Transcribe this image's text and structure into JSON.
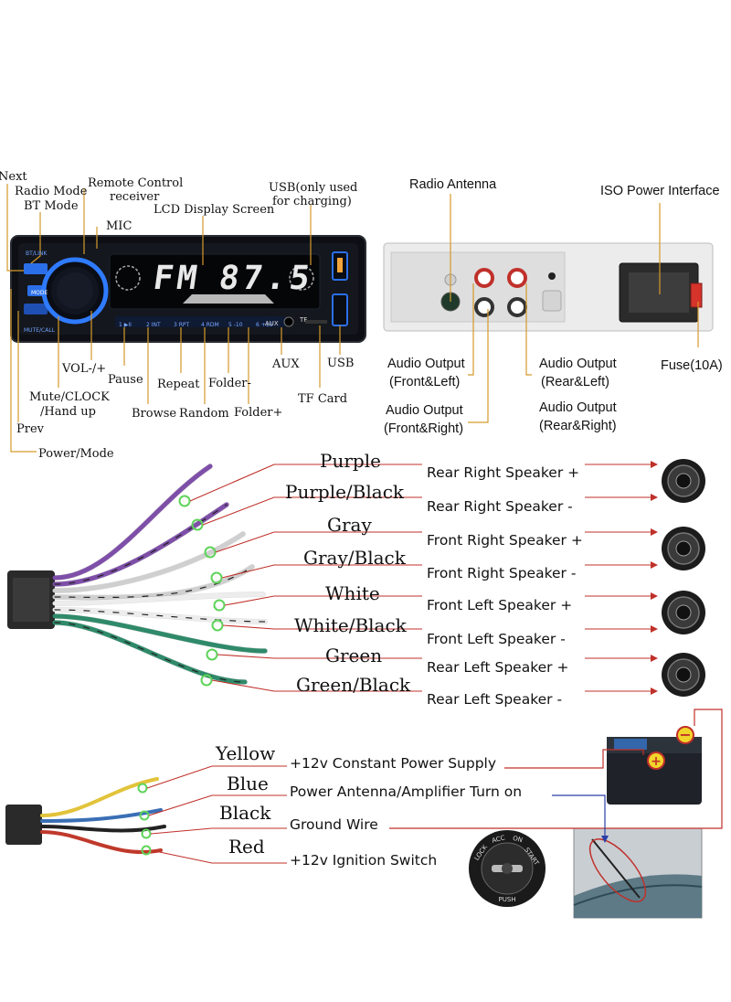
{
  "front_panel": {
    "lcd": {
      "band": "FM",
      "frequency": "87.5"
    },
    "button_labels": [
      "BT/LINK",
      "MODE",
      "MUTE/CALL"
    ],
    "bottom_button_labels": [
      "1 ▶II",
      "2 INT",
      "3 RPT",
      "4 RDM",
      "5 -10",
      "6 +10"
    ],
    "aux_text": "AUX",
    "tf_text": "TF",
    "labels": {
      "next": "Next",
      "radio_mode": "Radio Mode",
      "bt_mode": "BT Mode",
      "remote_control": "Remote Control",
      "receiver": "receiver",
      "mic": "MIC",
      "lcd_screen": "LCD Display Screen",
      "usb_charging_1": "USB(only used",
      "usb_charging_2": "for charging)",
      "vol": "VOL-/+",
      "pause": "Pause",
      "repeat": "Repeat",
      "folder_minus": "Folder-",
      "aux": "AUX",
      "usb": "USB",
      "mute_clock": "Mute/CLOCK",
      "hand_up": "/Hand up",
      "browse": "Browse",
      "random": "Random",
      "folder_plus": "Folder+",
      "tf_card": "TF Card",
      "prev": "Prev",
      "power_mode": "Power/Mode"
    }
  },
  "rear_panel": {
    "labels": {
      "radio_antenna": "Radio Antenna",
      "iso_power": "ISO Power Interface",
      "ao_front_left_1": "Audio Output",
      "ao_front_left_2": "(Front&Left)",
      "ao_rear_left_1": "Audio Output",
      "ao_rear_left_2": "(Rear&Left)",
      "fuse": "Fuse(10A)",
      "ao_front_right_1": "Audio Output",
      "ao_front_right_2": "(Front&Right)",
      "ao_rear_right_1": "Audio Output",
      "ao_rear_right_2": "(Rear&Right)"
    }
  },
  "speaker_wires": [
    {
      "color_name": "Purple",
      "function": "Rear Right Speaker +",
      "wire_hex": "#7e4fa8",
      "stripe": false
    },
    {
      "color_name": "Purple/Black",
      "function": "Rear Right Speaker -",
      "wire_hex": "#7e4fa8",
      "stripe": true
    },
    {
      "color_name": "Gray",
      "function": "Front Right Speaker +",
      "wire_hex": "#cfcfcf",
      "stripe": false
    },
    {
      "color_name": "Gray/Black",
      "function": "Front Right Speaker -",
      "wire_hex": "#cfcfcf",
      "stripe": true
    },
    {
      "color_name": "White",
      "function": "Front Left Speaker +",
      "wire_hex": "#ededed",
      "stripe": false
    },
    {
      "color_name": "White/Black",
      "function": "Front Left Speaker -",
      "wire_hex": "#ededed",
      "stripe": true
    },
    {
      "color_name": "Green",
      "function": "Rear Left Speaker +",
      "wire_hex": "#2f8a6a",
      "stripe": false
    },
    {
      "color_name": "Green/Black",
      "function": "Rear Left Speaker -",
      "wire_hex": "#2f8a6a",
      "stripe": true
    }
  ],
  "power_wires": [
    {
      "color_name": "Yellow",
      "function": "+12v Constant Power Supply",
      "wire_hex": "#e2c33a"
    },
    {
      "color_name": "Blue",
      "function": "Power Antenna/Amplifier Turn on",
      "wire_hex": "#3a6fb5"
    },
    {
      "color_name": "Black",
      "function": "Ground Wire",
      "wire_hex": "#222222"
    },
    {
      "color_name": "Red",
      "function": "+12v Ignition Switch",
      "wire_hex": "#c0392b"
    }
  ],
  "ignition": {
    "acc": "ACC",
    "lock": "LOCK",
    "on": "ON",
    "start": "START",
    "push": "PUSH"
  },
  "colors": {
    "callout_line": "#d59a2b",
    "annotation_line": "#c0302a",
    "accent_blue": "#2b6fe8",
    "marker_green": "#5fd35a"
  }
}
